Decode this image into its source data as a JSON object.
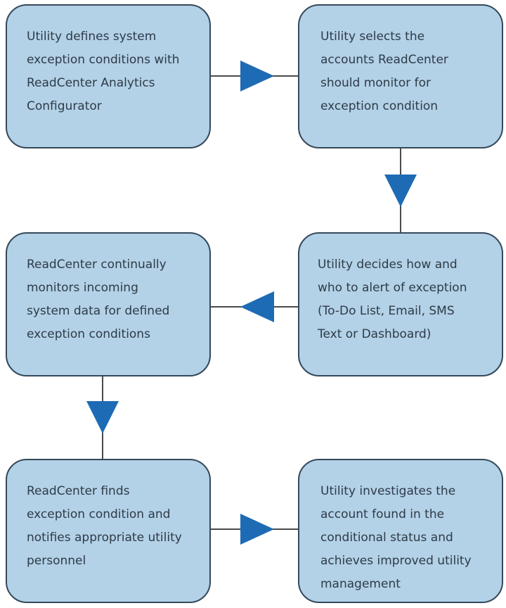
{
  "colors": {
    "box_fill": "#b3d1e7",
    "box_border": "#34495a",
    "arrow": "#1e6bb5",
    "text": "#2e3b47"
  },
  "steps": [
    {
      "text": "Utility defines system\nexception conditions with\nReadCenter Analytics\nConfigurator"
    },
    {
      "text": "Utility selects the\naccounts ReadCenter\nshould monitor for\nexception condition"
    },
    {
      "text": "ReadCenter continually\nmonitors incoming\nsystem  data  for defined\nexception conditions"
    },
    {
      "text": "Utility decides how and\nwho to alert of exception\n(To-Do List, Email, SMS\nText or Dashboard)"
    },
    {
      "text": "ReadCenter finds\nexception condition and\nnotifies appropriate utility\npersonnel"
    },
    {
      "text": "Utility investigates the\naccount found in the\nconditional status and\nachieves improved utility\nmanagement"
    }
  ]
}
